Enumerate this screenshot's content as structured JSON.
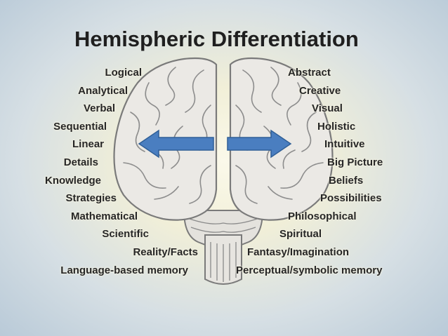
{
  "title": "Hemispheric Differentiation",
  "left_labels": [
    "Logical",
    "Analytical",
    "Verbal",
    "Sequential",
    "Linear",
    "Details",
    "Knowledge",
    "Strategies",
    "Mathematical",
    "Scientific",
    "Reality/Facts",
    "Language-based memory"
  ],
  "right_labels": [
    "Abstract",
    "Creative",
    "Visual",
    "Holistic",
    "Intuitive",
    "Big Picture",
    "Beliefs",
    "Possibilities",
    "Philosophical",
    "Spiritual",
    "Fantasy/Imagination",
    "Perceptual/symbolic memory"
  ],
  "colors": {
    "arrow": "#4a7ec0",
    "brain_fill": "#ebe9e5",
    "brain_stroke": "#7a7a7a"
  }
}
